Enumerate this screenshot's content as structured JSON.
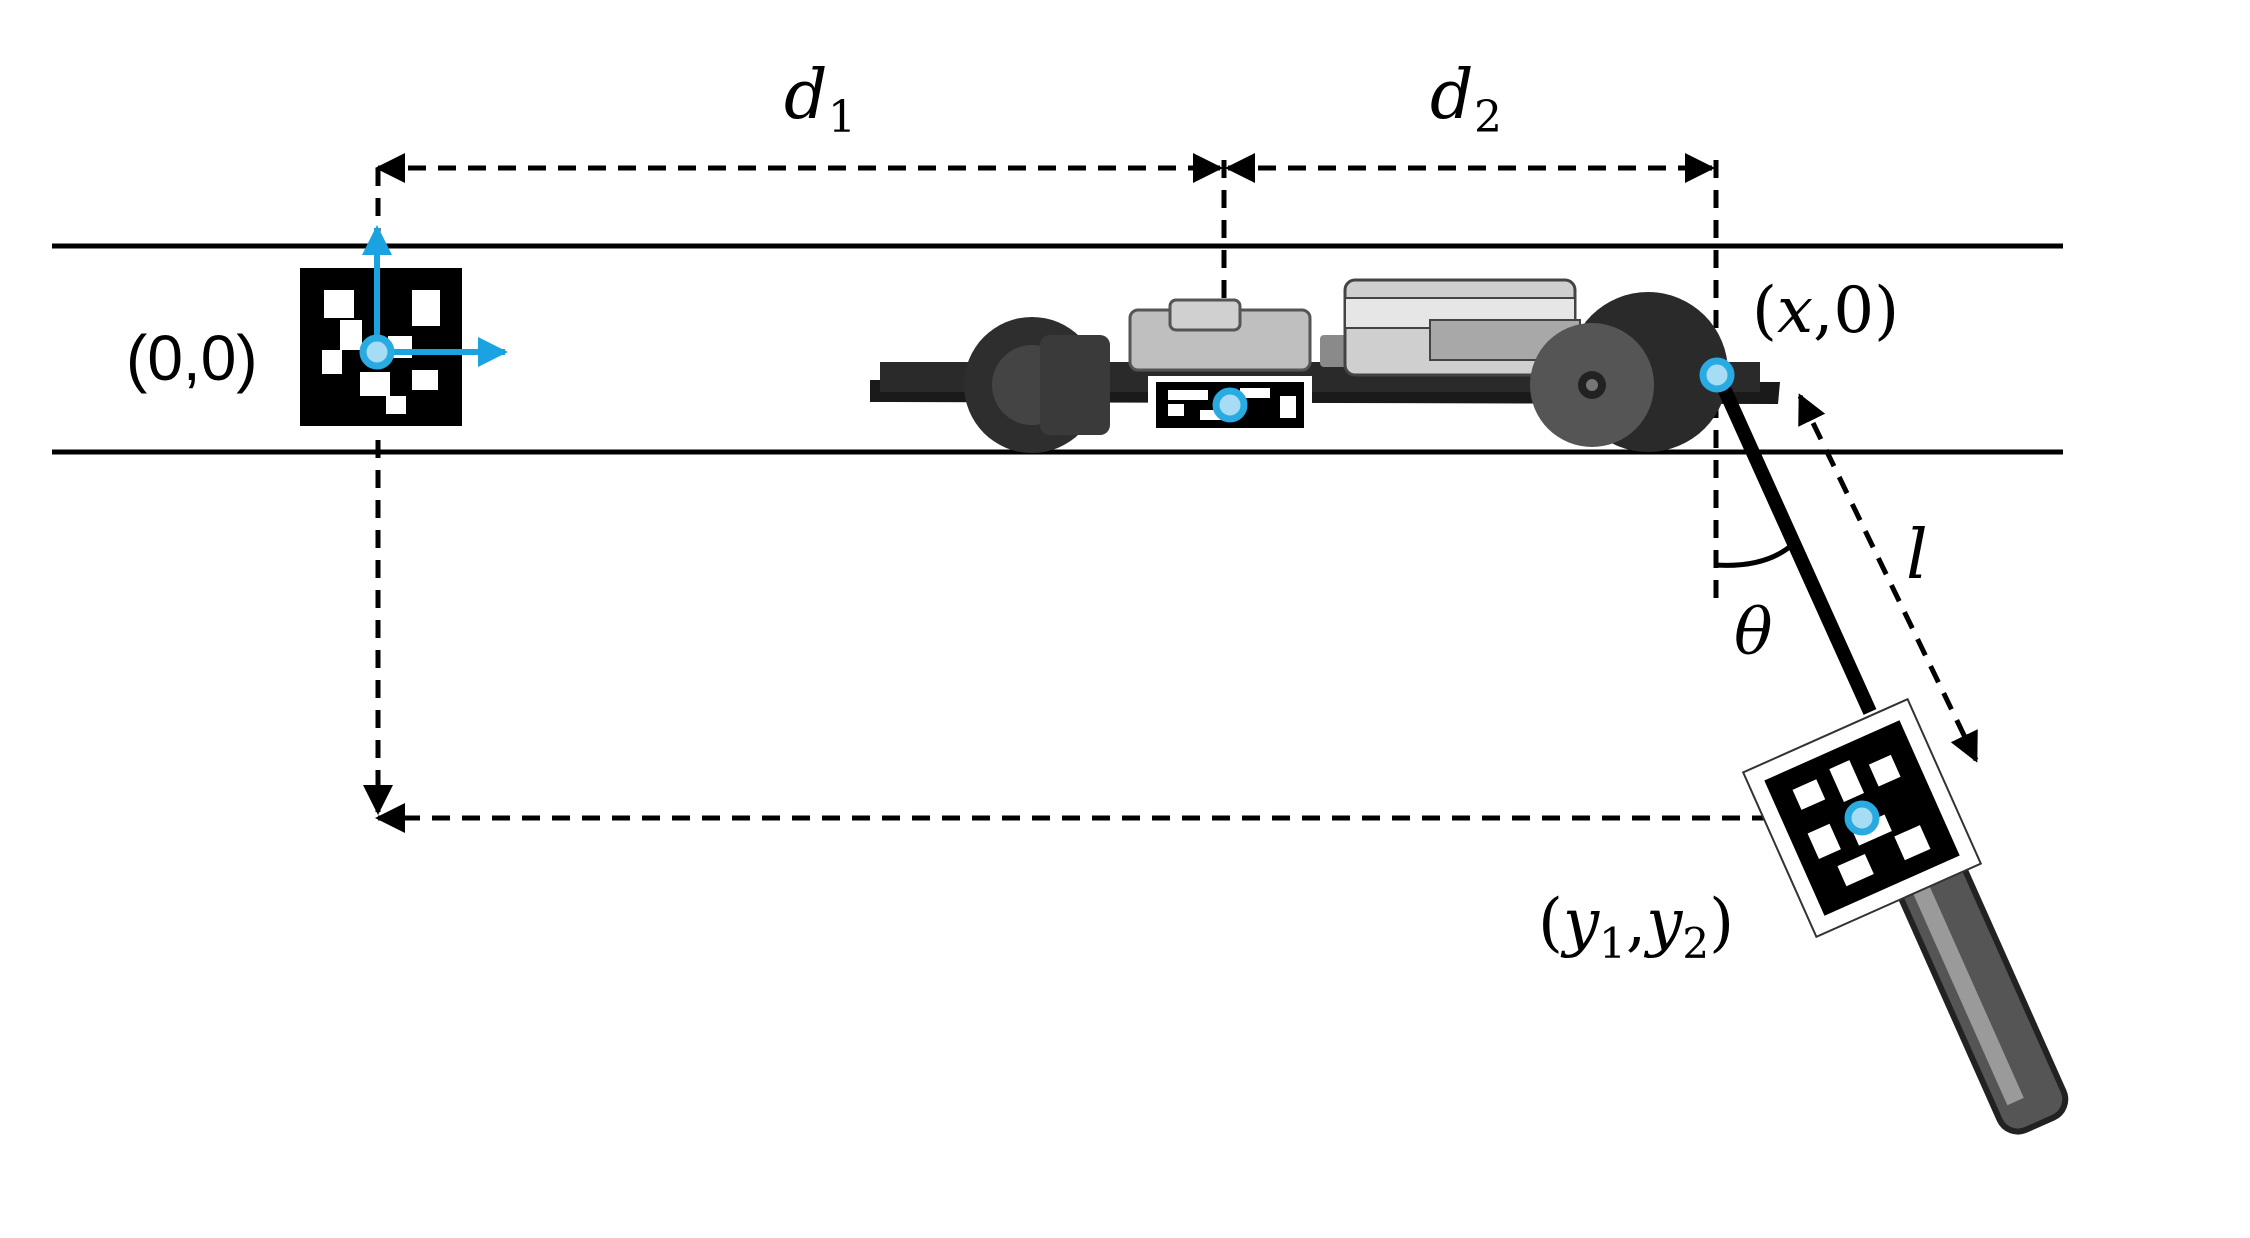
{
  "labels": {
    "d1": "d",
    "d1_sub": "1",
    "d2": "d",
    "d2_sub": "2",
    "origin": "(0,0)",
    "xpoint_open": "(",
    "xpoint_var": "x",
    "xpoint_close": ",0)",
    "length": "l",
    "angle": "θ",
    "ypoint_open": "(",
    "y1_var": "y",
    "y1_sub": "1",
    "ypoint_comma": ",",
    "y2_var": "y",
    "y2_sub": "2",
    "ypoint_close": ")"
  },
  "colors": {
    "marker": "#29abe2",
    "marker_fill": "#a6dcf4",
    "line": "#000000",
    "axis_arrow": "#1aa3e0"
  },
  "icons": {
    "origin_tag": "aruco-marker-icon",
    "robot": "wheeled-robot-icon",
    "robot_tag": "aruco-marker-icon",
    "arm_tag": "aruco-marker-icon",
    "arm_handle": "arm-handle-icon"
  }
}
